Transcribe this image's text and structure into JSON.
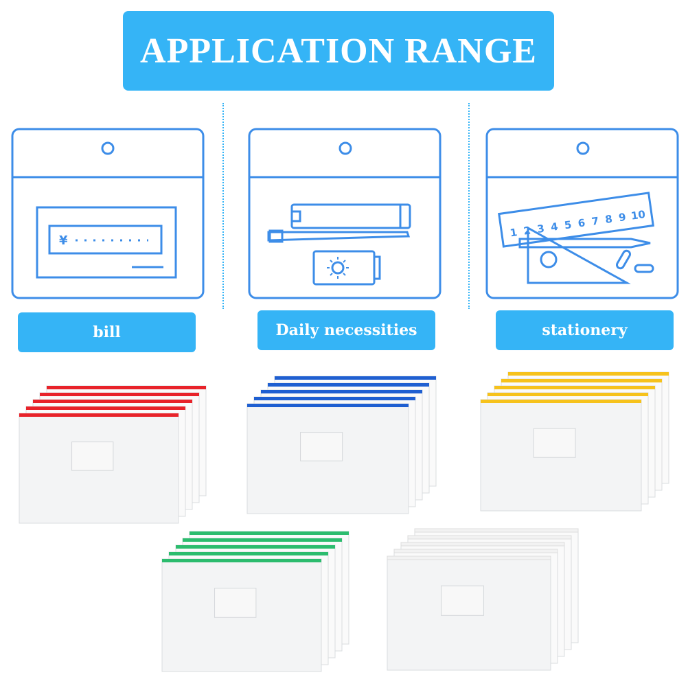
{
  "banner": {
    "title": "APPLICATION RANGE"
  },
  "categories": [
    {
      "label": "bill",
      "icon": "bill-pouch-icon"
    },
    {
      "label": "Daily necessities",
      "icon": "toiletries-pouch-icon"
    },
    {
      "label": "stationery",
      "icon": "stationery-pouch-icon"
    }
  ],
  "bill_icon": {
    "currency": "¥"
  },
  "ruler_numbers": [
    "1",
    "2",
    "3",
    "4",
    "5",
    "6",
    "7",
    "8",
    "9",
    "10"
  ],
  "colors": {
    "accent": "#35b4f6",
    "line": "#3d8de8",
    "zip_red": "#e8232a",
    "zip_blue": "#1f5fd1",
    "zip_yellow": "#f6c21c",
    "zip_green": "#2cbc6e",
    "zip_white": "#f2f2f2"
  },
  "product_stacks": [
    {
      "name": "red-zipper-bag-stack",
      "zip": "zip_red"
    },
    {
      "name": "blue-zipper-bag-stack",
      "zip": "zip_blue"
    },
    {
      "name": "yellow-zipper-bag-stack",
      "zip": "zip_yellow"
    },
    {
      "name": "green-zipper-bag-stack",
      "zip": "zip_green"
    },
    {
      "name": "white-zipper-bag-stack",
      "zip": "zip_white"
    }
  ]
}
